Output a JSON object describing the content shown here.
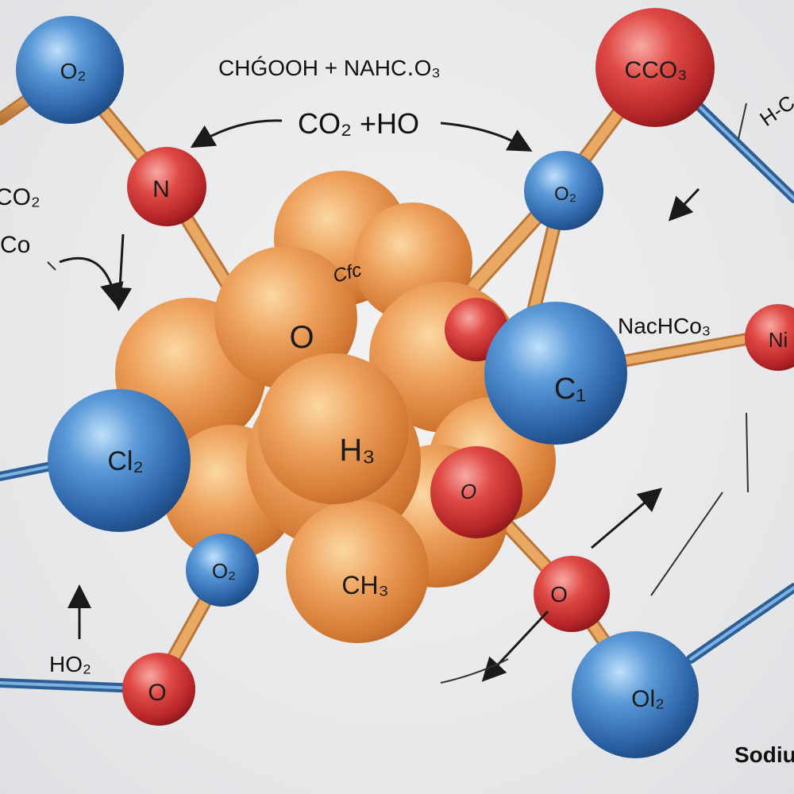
{
  "equations": {
    "reactants": "CHǴOOH  + NAHC․O₃",
    "products": "CO₂ +HO"
  },
  "side_labels": {
    "top_right": "H-C",
    "left_co2": "CO₂",
    "left_co": "Co",
    "sodium_compound": "NacHCo₃",
    "ho2": "HO₂",
    "bottom_right": "Sodiu",
    "core_small": "Cfc"
  },
  "atoms": {
    "o2_top_left": "O₂",
    "n_left": "N",
    "co3_top_right": "CCO₃",
    "o2_right": "O₂",
    "ni_right": "Ni",
    "c1_big": "C₁",
    "cl2_left": "Cl₂",
    "o2_bottom_left": "O₂",
    "o_bottom_left": "O",
    "o_red_center": "O",
    "o_bottom_right": "O",
    "ol2_bottom_right": "Ol₂",
    "core_o": "O",
    "core_h3": "H₃",
    "core_ch3": "CH₃"
  },
  "colors": {
    "blue_atom": "#3d7fc4",
    "red_atom": "#d8383b",
    "orange_core": "#e99a4c",
    "bond": "#e5a95c"
  }
}
